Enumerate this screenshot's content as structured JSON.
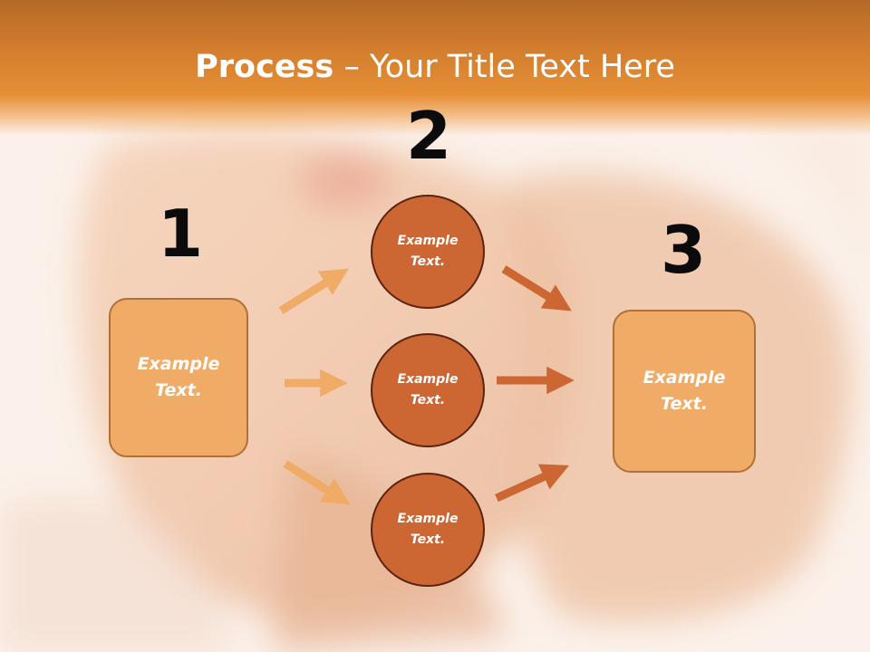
{
  "title": {
    "bold": "Process",
    "rest": " – Your Title Text Here"
  },
  "steps": [
    {
      "number": "1",
      "text": "Example\nText."
    },
    {
      "number": "2",
      "items": [
        "Example\nText.",
        "Example\nText.",
        "Example\nText."
      ]
    },
    {
      "number": "3",
      "text": "Example\nText."
    }
  ],
  "colors": {
    "header": "#e08a32",
    "box_fill": "#f0ac66",
    "circle_fill": "#cc6633",
    "arrow_light": "#f0ac66",
    "arrow_dark": "#cc6633"
  }
}
